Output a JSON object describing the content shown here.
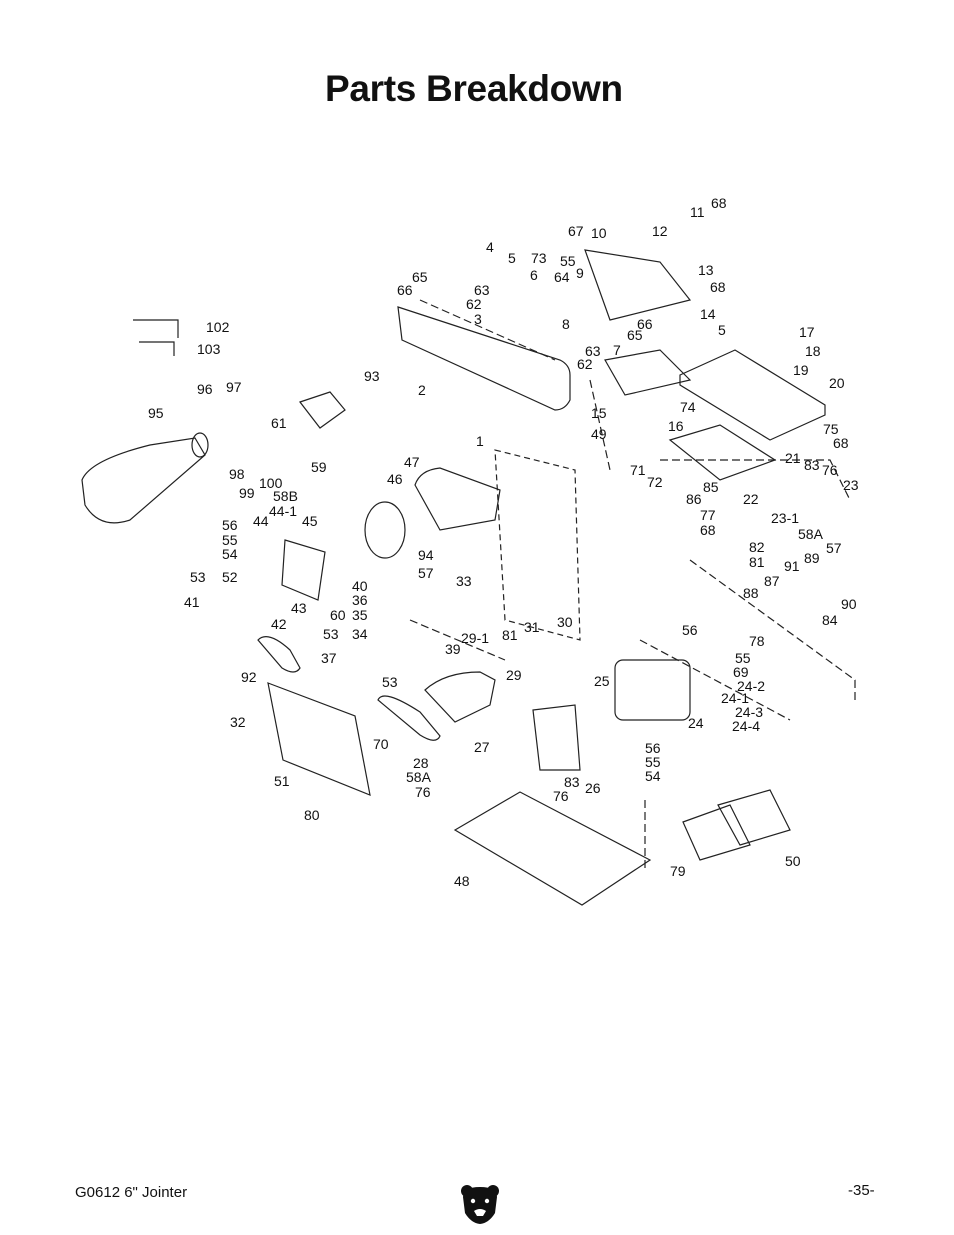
{
  "page": {
    "title": "Parts Breakdown",
    "footer_left": "G0612 6\" Jointer",
    "footer_right": "-35-"
  },
  "diagram": {
    "part_numbers": [
      "68",
      "11",
      "67",
      "10",
      "12",
      "4",
      "5",
      "73",
      "55",
      "6",
      "9",
      "64",
      "65",
      "66",
      "63",
      "62",
      "3",
      "13",
      "68",
      "8",
      "14",
      "66",
      "65",
      "5",
      "17",
      "18",
      "19",
      "7",
      "63",
      "62",
      "102",
      "103",
      "96",
      "97",
      "93",
      "95",
      "2",
      "20",
      "61",
      "15",
      "74",
      "16",
      "75",
      "68",
      "1",
      "49",
      "21",
      "83",
      "76",
      "23",
      "59",
      "47",
      "71",
      "72",
      "85",
      "86",
      "98",
      "99",
      "100",
      "58B",
      "46",
      "22",
      "23-1",
      "44-1",
      "56",
      "44",
      "45",
      "77",
      "68",
      "58A",
      "57",
      "55",
      "54",
      "82",
      "81",
      "89",
      "91",
      "94",
      "57",
      "90",
      "53",
      "52",
      "33",
      "87",
      "88",
      "84",
      "41",
      "40",
      "36",
      "43",
      "60",
      "35",
      "42",
      "56",
      "78",
      "53",
      "34",
      "81",
      "31",
      "30",
      "29-1",
      "39",
      "55",
      "69",
      "37",
      "92",
      "29",
      "25",
      "24-2",
      "24-1",
      "24-3",
      "24-4",
      "24",
      "53",
      "32",
      "70",
      "56",
      "55",
      "54",
      "27",
      "28",
      "58A",
      "76",
      "83",
      "26",
      "76",
      "51",
      "80",
      "50",
      "79",
      "48"
    ]
  }
}
